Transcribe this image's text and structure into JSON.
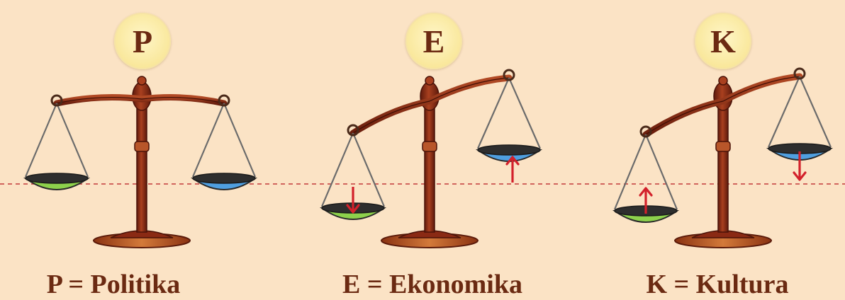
{
  "scales": [
    {
      "letter": "P",
      "caption": "P = Politika",
      "left_pan_color": "#8dd14c",
      "right_pan_color": "#4f9fe0",
      "balance": "level",
      "left_arrow": "none",
      "right_arrow": "none"
    },
    {
      "letter": "E",
      "caption": "E = Ekonomika",
      "left_pan_color": "#8dd14c",
      "right_pan_color": "#4f9fe0",
      "balance": "left-down",
      "left_arrow": "down",
      "right_arrow": "up"
    },
    {
      "letter": "K",
      "caption": "K = Kultura",
      "left_pan_color": "#8dd14c",
      "right_pan_color": "#4f9fe0",
      "balance": "left-down",
      "left_arrow": "up",
      "right_arrow": "down"
    }
  ],
  "colors": {
    "background": "#fbe3c5",
    "wood": "#8a2a14",
    "text": "#6b2a12",
    "arrow": "#d3212b",
    "guide_line": "#c23a3a"
  },
  "icons": {
    "scale": "balance-scale-icon",
    "arrow_up": "arrow-up-icon",
    "arrow_down": "arrow-down-icon"
  }
}
